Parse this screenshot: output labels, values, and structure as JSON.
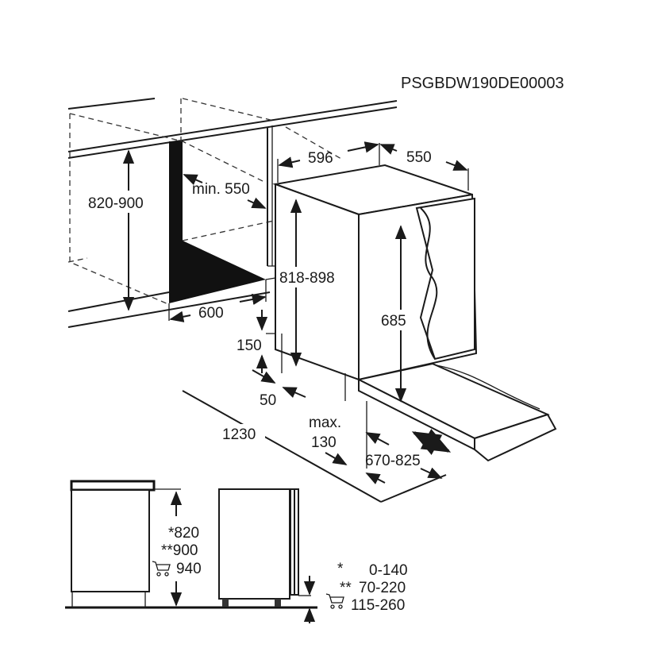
{
  "product_code": "PSGBDW190DE00003",
  "dimensions": {
    "niche_height": "820-900",
    "niche_depth": "min. 550",
    "niche_width": "600",
    "appliance_width": "596",
    "appliance_depth": "550",
    "appliance_height": "818-898",
    "door_height": "685",
    "plinth_height": "150",
    "plinth_depth": "50",
    "door_open_depth": "1230",
    "max_label": "max.",
    "max_value": "130",
    "door_travel": "670-825"
  },
  "side_view": {
    "heights": [
      "*820",
      "**900",
      "940"
    ],
    "plinth_ranges": [
      {
        "mark": "*",
        "value": "0-140"
      },
      {
        "mark": "**",
        "value": "70-220"
      },
      {
        "mark": "cart",
        "value": "115-260"
      }
    ]
  }
}
